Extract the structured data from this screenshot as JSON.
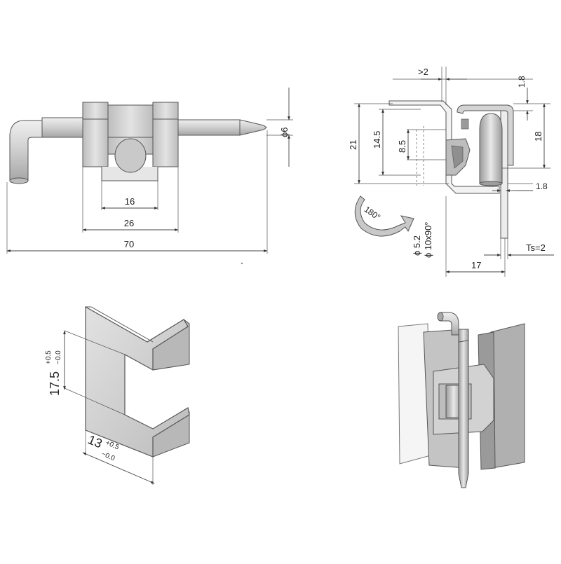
{
  "front_view": {
    "dim_16": "16",
    "dim_26": "26",
    "dim_70": "70",
    "dim_dia6": "ϕ6"
  },
  "side_view": {
    "dim_gt2": ">2",
    "dim_1_8_top": "1.8",
    "dim_1_8_bottom": "1.8",
    "dim_18": "18",
    "dim_21": "21",
    "dim_14_5": "14.5",
    "dim_8_5": "8.5",
    "rotation": "180°",
    "dim_dia5_2": "ϕ 5.2",
    "dim_dia10": "ϕ 10x90°",
    "dim_17": "17",
    "dim_ts": "Ts=2"
  },
  "cutout_view": {
    "dim_17_5": "17.5",
    "tol_17_5_upper": "+0.5",
    "tol_17_5_lower": "−0.0",
    "dim_13": "13",
    "tol_13_upper": "+0.5",
    "tol_13_lower": "−0.0"
  },
  "colors": {
    "line": "#555555",
    "metal_light": "#d9d9d9",
    "metal_mid": "#bdbdbd",
    "metal_dark": "#8c8c8c",
    "panel_fill": "#cfcfcf"
  }
}
